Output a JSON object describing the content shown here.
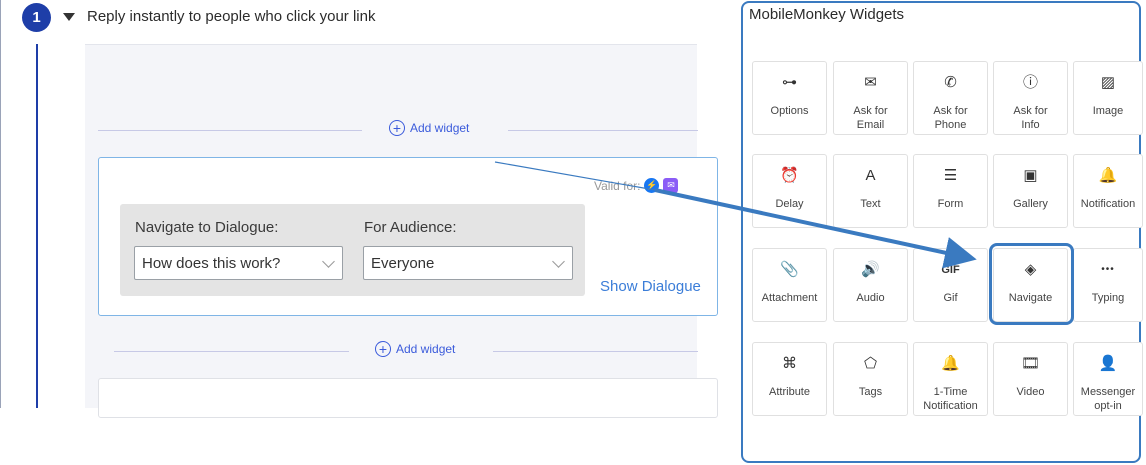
{
  "step": {
    "number": "1",
    "title": "Reply instantly to people who click your link"
  },
  "editor": {
    "add_widget_label": "Add widget",
    "valid_for_label": "Valid for:",
    "navigate_label": "Navigate to Dialogue:",
    "navigate_value": "How does this work?",
    "audience_label": "For Audience:",
    "audience_value": "Everyone",
    "show_dialogue_label": "Show Dialogue"
  },
  "widgets": {
    "title": "MobileMonkey Widgets",
    "items": [
      {
        "label": "Options",
        "icon": "options-icon",
        "glyph": "⊶"
      },
      {
        "label": "Ask for\nEmail",
        "icon": "email-icon",
        "glyph": "✉"
      },
      {
        "label": "Ask for\nPhone",
        "icon": "phone-icon",
        "glyph": "✆"
      },
      {
        "label": "Ask for\nInfo",
        "icon": "info-icon",
        "glyph": "ⓘ"
      },
      {
        "label": "Image",
        "icon": "image-icon",
        "glyph": "▨"
      },
      {
        "label": "Delay",
        "icon": "alarm-icon",
        "glyph": "⏰"
      },
      {
        "label": "Text",
        "icon": "text-icon",
        "glyph": "A"
      },
      {
        "label": "Form",
        "icon": "form-icon",
        "glyph": "☰"
      },
      {
        "label": "Gallery",
        "icon": "gallery-icon",
        "glyph": "▣"
      },
      {
        "label": "Notification",
        "icon": "bell-icon",
        "glyph": "🔔"
      },
      {
        "label": "Attachment",
        "icon": "paperclip-icon",
        "glyph": "📎"
      },
      {
        "label": "Audio",
        "icon": "speaker-icon",
        "glyph": "🔊"
      },
      {
        "label": "Gif",
        "icon": "gif-icon",
        "glyph": "GIF"
      },
      {
        "label": "Navigate",
        "icon": "navigate-icon",
        "glyph": "◈"
      },
      {
        "label": "Typing",
        "icon": "typing-icon",
        "glyph": "•••"
      },
      {
        "label": "Attribute",
        "icon": "command-icon",
        "glyph": "⌘"
      },
      {
        "label": "Tags",
        "icon": "tag-icon",
        "glyph": "⬠"
      },
      {
        "label": "1-Time\nNotification",
        "icon": "one-time-bell-icon",
        "glyph": "🔔"
      },
      {
        "label": "Video",
        "icon": "film-icon",
        "glyph": "🎞"
      },
      {
        "label": "Messenger\nopt-in",
        "icon": "user-add-icon",
        "glyph": "👤"
      }
    ]
  },
  "colors": {
    "accent": "#1e3ea8",
    "link": "#3b5bdb",
    "highlight": "#3a7ac0"
  }
}
